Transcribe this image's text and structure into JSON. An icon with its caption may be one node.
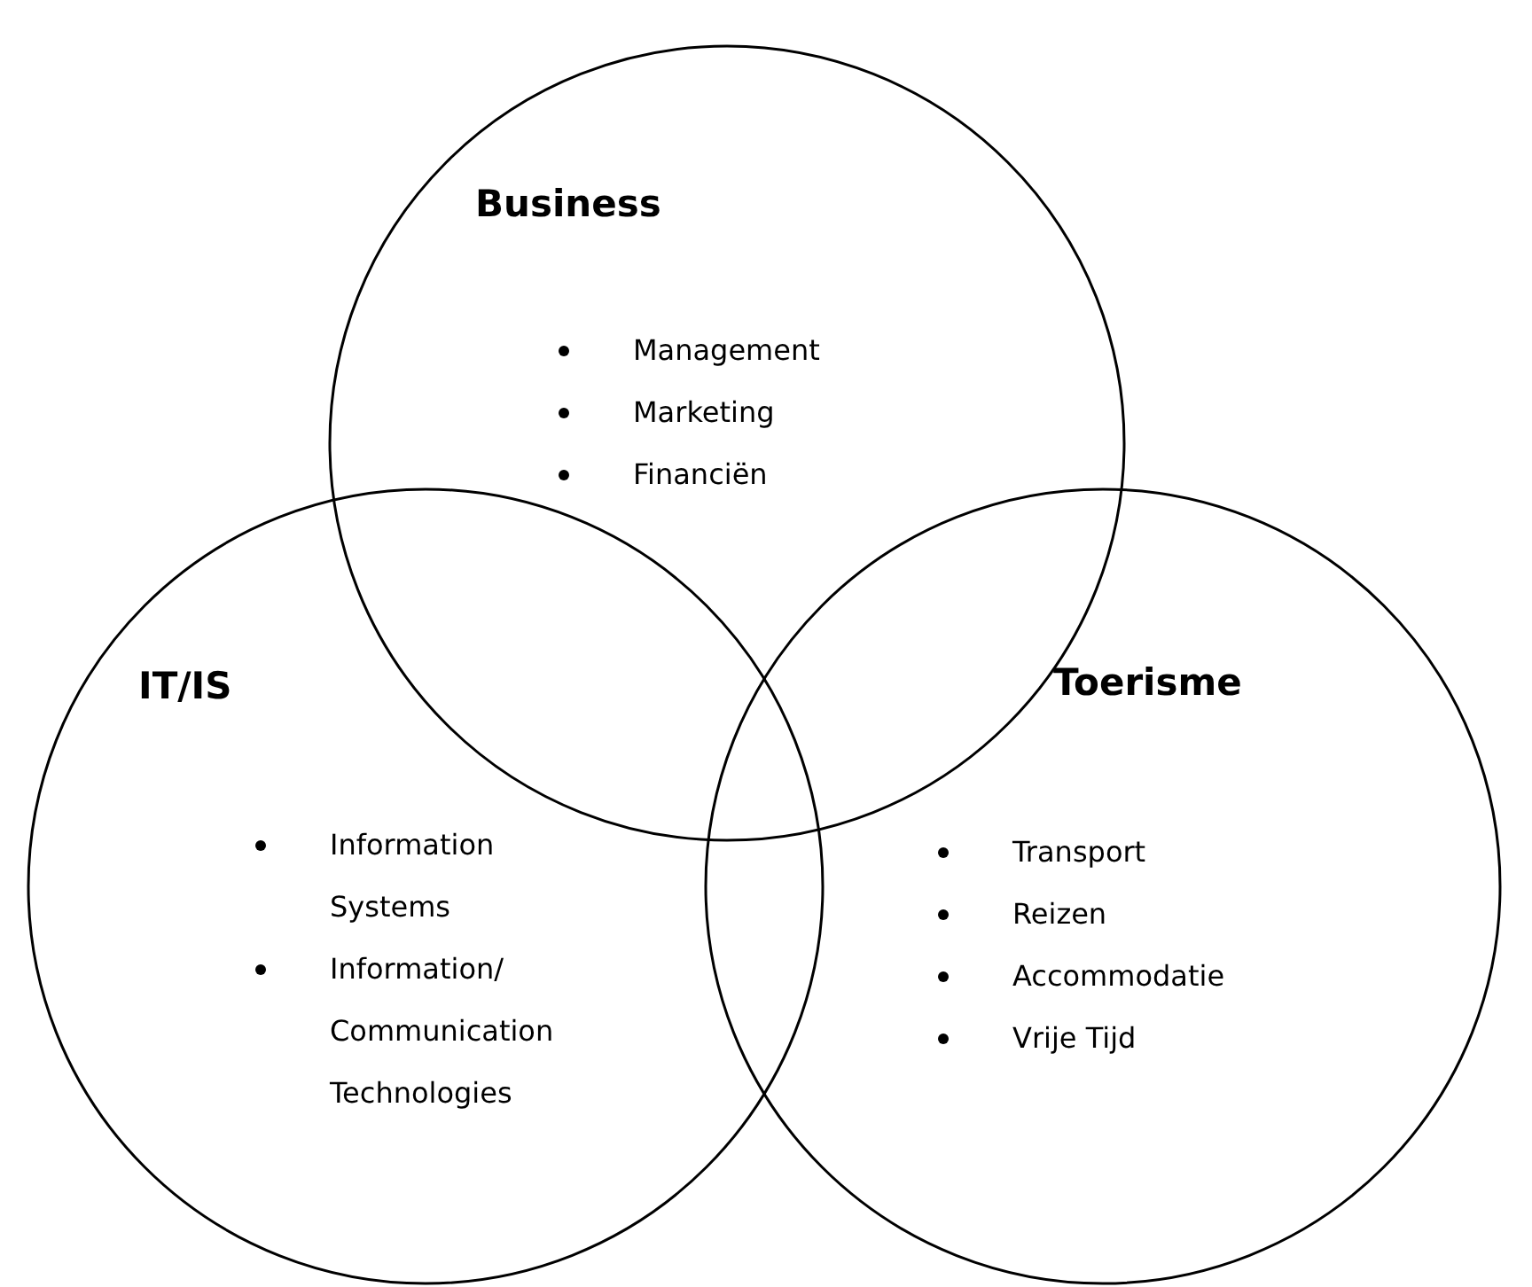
{
  "diagram": {
    "nodes": [
      {
        "text": [
          "Business",
          "Management",
          "Marketing",
          "Financiën"
        ]
      },
      {
        "text": [
          "IT/IS",
          "Information Systems",
          "Information/ Communication Technologies"
        ]
      },
      {
        "text": [
          "Toerisme",
          "Transport",
          "Reizen",
          "Accommodatie",
          "Vrije Tijd"
        ]
      }
    ]
  }
}
